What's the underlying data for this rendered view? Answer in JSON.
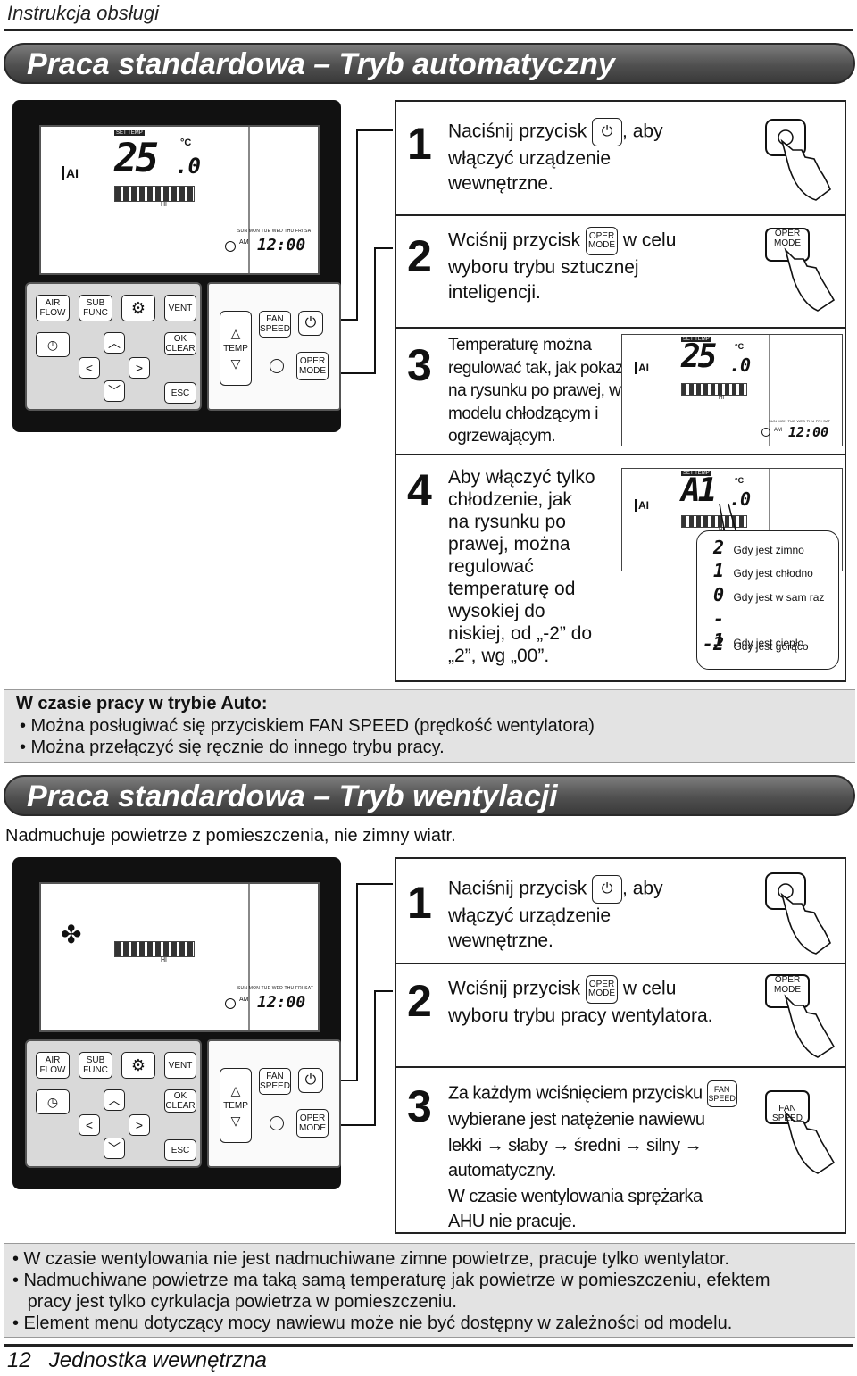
{
  "header": {
    "title": "Instrukcja obsługi"
  },
  "section1": {
    "title": "Praca standardowa – Tryb automatyczny",
    "display": {
      "set_temp_label": "SET TEMP",
      "temp_value": "25",
      "temp_decimal": ".0",
      "unit": "°C",
      "fan_label": "HI",
      "ai_label": "AI",
      "days": "SUN MON TUE WED THU FRI SAT",
      "ampm": "AM",
      "clock": "12:00"
    },
    "steps": [
      {
        "num": "1",
        "text_before": "Naciśnij przycisk",
        "text_after": ", aby",
        "line2": "włączyć urządzenie",
        "line3": "wewnętrzne."
      },
      {
        "num": "2",
        "text_before": "Wciśnij przycisk",
        "text_after": "w celu",
        "line2": "wyboru trybu sztucznej",
        "line3": "inteligencji."
      },
      {
        "num": "3",
        "lines": [
          "Temperaturę można",
          "regulować tak, jak pokazano",
          "na rysunku po prawej, w",
          "modelu chłodzącym i",
          "ogrzewającym."
        ]
      },
      {
        "num": "4",
        "lines": [
          "Aby włączyć tylko",
          "chłodzenie, jak",
          "na rysunku po",
          "prawej, można",
          "regulować",
          "temperaturę od",
          "wysokiej do",
          "niskiej, od „-2” do",
          "„2”, wg „00”."
        ]
      }
    ],
    "step4_display": {
      "value": "A1",
      "decimal": ".0"
    },
    "temp_levels": [
      {
        "code": "2",
        "label": "Gdy jest zimno"
      },
      {
        "code": "1",
        "label": "Gdy jest chłodno"
      },
      {
        "code": "0",
        "label": "Gdy jest w sam raz"
      },
      {
        "code": "- 1",
        "label": "Gdy jest ciepło"
      },
      {
        "code": "-2",
        "label": "Gdy jest gorąco"
      }
    ],
    "note_title": "W czasie pracy w trybie Auto:",
    "notes": [
      "• Można posługiwać się przyciskiem FAN SPEED  (prędkość wentylatora)",
      "• Można przełączyć się ręcznie do innego trybu pracy."
    ]
  },
  "section2": {
    "title": "Praca standardowa – Tryb wentylacji",
    "subtitle": "Nadmuchuje powietrze z pomieszczenia, nie zimny wiatr.",
    "steps": [
      {
        "num": "1",
        "text_before": "Naciśnij przycisk",
        "text_after": ", aby",
        "line2": "włączyć urządzenie",
        "line3": "wewnętrzne."
      },
      {
        "num": "2",
        "text_before": "Wciśnij przycisk",
        "text_after": "w celu",
        "line2": "wyboru trybu pracy wentylatora."
      },
      {
        "num": "3",
        "text_before": "Za każdym wciśnięciem przycisku",
        "line2": "wybierane jest natężenie nawiewu",
        "line3": "lekki → słaby → średni → silny →",
        "line4": "automatyczny.",
        "line5": "W czasie wentylowania sprężarka",
        "line6": "AHU nie pracuje."
      }
    ],
    "notes": [
      "• W czasie wentylowania nie jest nadmuchiwane zimne powietrze, pracuje tylko wentylator.",
      "• Nadmuchiwane powietrze ma taką samą temperaturę jak powietrze w pomieszczeniu, efektem",
      "   pracy jest tylko cyrkulacja powietrza w pomieszczeniu.",
      "• Element menu dotyczący mocy nawiewu może nie być dostępny w zależności od modelu."
    ]
  },
  "remote": {
    "air_flow": "AIR FLOW",
    "sub_func": "SUB FUNC",
    "vent": "VENT",
    "ok_clear": "OK CLEAR",
    "esc": "ESC",
    "temp": "TEMP",
    "fan_speed": "FAN SPEED",
    "oper_mode": "OPER MODE"
  },
  "footer": {
    "page_num": "12",
    "title": "Jednostka wewnętrzna"
  }
}
